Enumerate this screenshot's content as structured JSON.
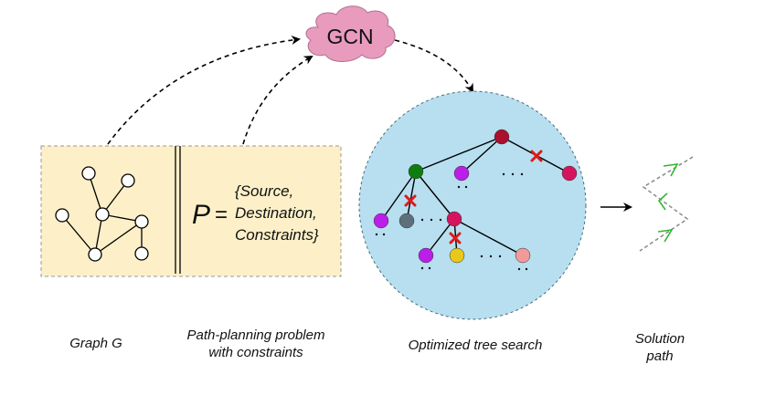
{
  "gcn": {
    "label": "GCN",
    "fill": "#e89bbd"
  },
  "problem": {
    "symbol": "P",
    "equals": "=",
    "lines": [
      "{Source,",
      "Destination,",
      "Constraints}"
    ],
    "fill": "#fdf0c8"
  },
  "tree": {
    "fill": "#b7dff0"
  },
  "captions": {
    "graph": "Graph G",
    "problem_line1": "Path-planning problem",
    "problem_line2": "with constraints",
    "tree": "Optimized tree search",
    "solution_line1": "Solution",
    "solution_line2": "path"
  },
  "node_colors": {
    "root": "#a8102e",
    "green": "#0d7d0d",
    "purple": "#bb1ee8",
    "magenta": "#d6135e",
    "gray": "#5e6f7c",
    "yellow": "#e8c81a",
    "pink": "#f19a9a"
  },
  "pruned_mark_color": "#e01818",
  "path_arrow_color": "#2fb82f"
}
